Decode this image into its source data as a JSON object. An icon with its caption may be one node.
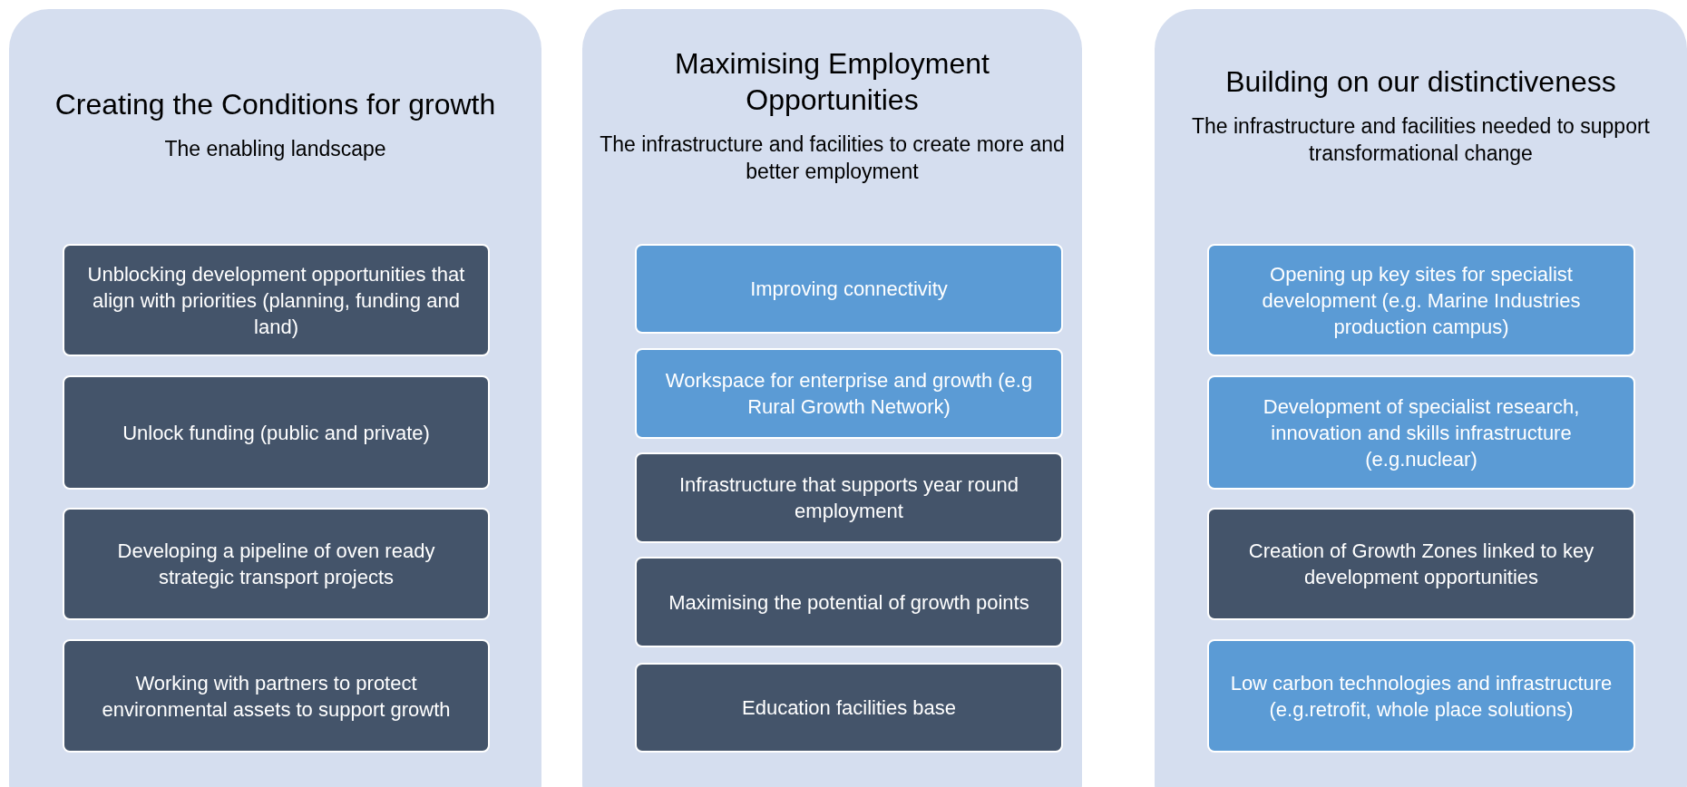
{
  "diagram": {
    "nodes": [
      {
        "text": [
          "Creating the Conditions for growth",
          "The enabling landscape"
        ]
      },
      {
        "text": [
          "Unblocking development opportunities that align with priorities (planning, funding and land)"
        ],
        "in": 0
      },
      {
        "text": [
          "Unlock funding (public and private)"
        ],
        "in": 0
      },
      {
        "text": [
          "Developing a pipeline of oven ready strategic transport projects"
        ],
        "in": 0
      },
      {
        "text": [
          "Working with partners to protect environmental assets to support growth"
        ],
        "in": 0
      },
      {
        "text": [
          "Maximising Employment Opportunities",
          "The infrastructure and facilities to create more and better employment"
        ]
      },
      {
        "text": [
          "Improving connectivity"
        ],
        "in": 5
      },
      {
        "text": [
          "Workspace for enterprise and growth (e.g Rural Growth Network)"
        ],
        "in": 5
      },
      {
        "text": [
          "Infrastructure that supports year round employment"
        ],
        "in": 5
      },
      {
        "text": [
          "Maximising the potential of growth points"
        ],
        "in": 5
      },
      {
        "text": [
          "Education facilities base"
        ],
        "in": 5
      },
      {
        "text": [
          "Building on our distinctiveness",
          "The infrastructure and facilities needed to support transformational change"
        ]
      },
      {
        "text": [
          "Opening up key sites for specialist development (e.g. Marine Industries production campus)"
        ],
        "in": 11
      },
      {
        "text": [
          "Development of specialist research, innovation and skills infrastructure (e.g.nuclear)"
        ],
        "in": 11
      },
      {
        "text": [
          "Creation of Growth Zones linked to key development opportunities"
        ],
        "in": 11
      },
      {
        "text": [
          "Low carbon technologies and infrastructure (e.g.retrofit, whole place solutions)"
        ],
        "in": 11
      }
    ],
    "edges": []
  }
}
